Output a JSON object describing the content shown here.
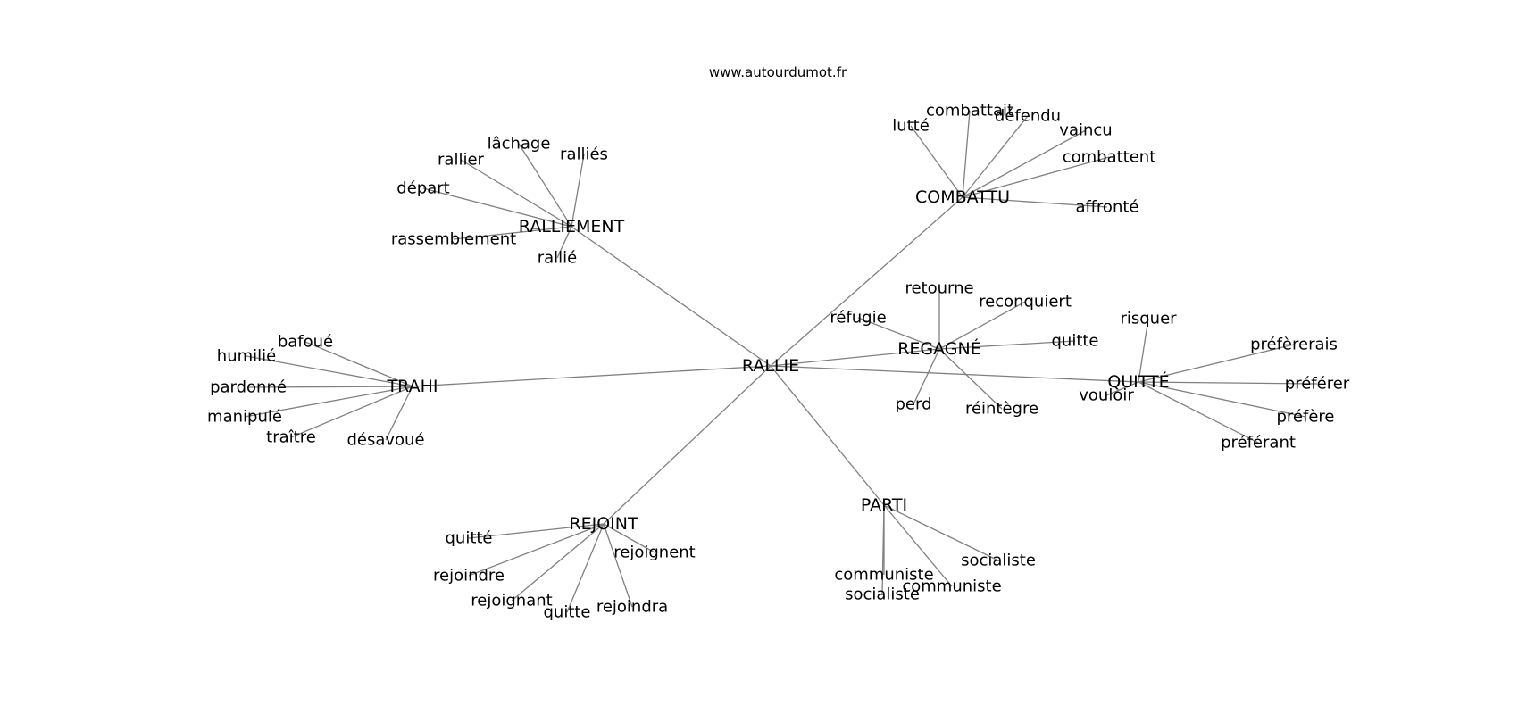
{
  "header": {
    "site_url": "www.autourdumot.fr"
  },
  "graph": {
    "center": "RALLIE",
    "hubs": [
      {
        "id": "ralliement",
        "label": "RALLIEMENT",
        "words": [
          "lâchage",
          "rallier",
          "ralliés",
          "départ",
          "rassemblement",
          "rallié"
        ]
      },
      {
        "id": "combattu",
        "label": "COMBATTU",
        "words": [
          "combattait",
          "défendu",
          "lutté",
          "vaincu",
          "combattent",
          "affronté"
        ]
      },
      {
        "id": "trahi",
        "label": "TRAHI",
        "words": [
          "bafoué",
          "humilié",
          "pardonné",
          "manipulé",
          "traître",
          "désavoué"
        ]
      },
      {
        "id": "regagne",
        "label": "REGAGNÉ",
        "words": [
          "retourne",
          "reconquiert",
          "réfugie",
          "quitte",
          "perd",
          "réintègre"
        ]
      },
      {
        "id": "quitte-hub",
        "label": "QUITTÉ",
        "words": [
          "risquer",
          "préfèrerais",
          "préférer",
          "préfère",
          "préférant",
          "vouloir"
        ]
      },
      {
        "id": "rejoint",
        "label": "REJOINT",
        "words": [
          "quitté",
          "rejoignent",
          "rejoindre",
          "rejoignant",
          "quitte",
          "rejoindra"
        ]
      },
      {
        "id": "parti",
        "label": "PARTI",
        "words": [
          "socialiste",
          "communiste",
          "communiste",
          "socialiste"
        ]
      }
    ]
  }
}
